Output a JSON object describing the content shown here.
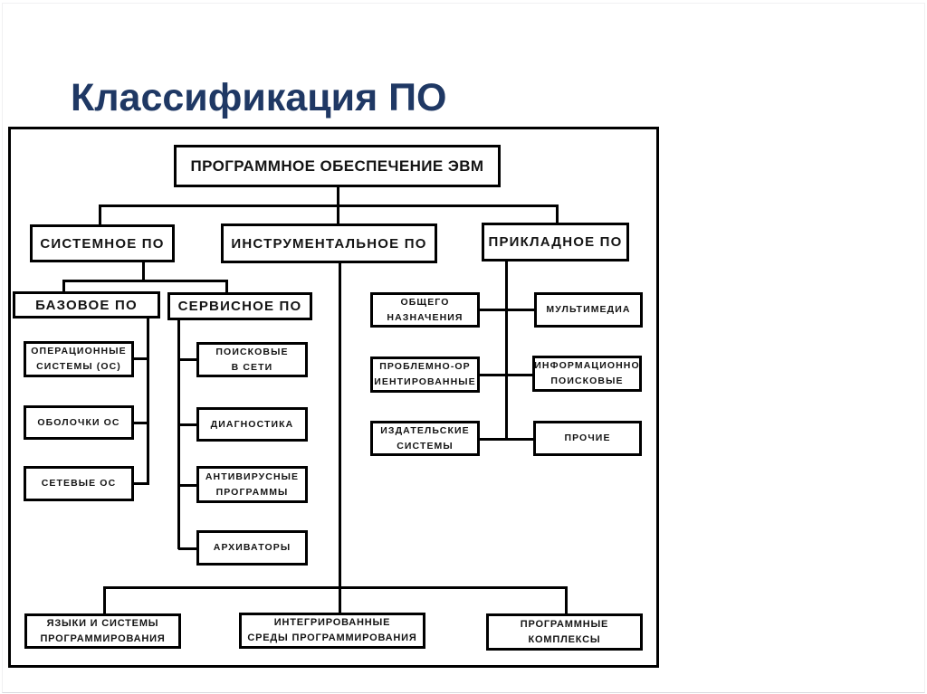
{
  "title": "Классификация ПО",
  "colors": {
    "title_text": "#1F3864",
    "diagram_line": "#000000",
    "box_background": "#FFFFFF",
    "box_border": "#000000"
  },
  "nodes": {
    "root": "ПРОГРАММНОЕ ОБЕСПЕЧЕНИЕ ЭВМ",
    "system": "СИСТЕМНОЕ ПО",
    "instrumental": "ИНСТРУМЕНТАЛЬНОЕ ПО",
    "applied": "ПРИКЛАДНОЕ ПО",
    "base": "БАЗОВОЕ ПО",
    "service": "СЕРВИСНОЕ ПО",
    "os": "ОПЕРАЦИОННЫЕ\nСИСТЕМЫ (ОС)",
    "shells": "ОБОЛОЧКИ ОС",
    "network_os": "СЕТЕВЫЕ ОС",
    "net_search": "ПОИСКОВЫЕ\nВ СЕТИ",
    "diagnostics": "ДИАГНОСТИКА",
    "antivirus": "АНТИВИРУСНЫЕ\nПРОГРАММЫ",
    "archivers": "АРХИВАТОРЫ",
    "general_purpose": "ОБЩЕГО\nНАЗНАЧЕНИЯ",
    "problem_oriented": "ПРОБЛЕМНО-ОР\nИЕНТИРОВАННЫЕ",
    "publishing": "ИЗДАТЕЛЬСКИЕ\nСИСТЕМЫ",
    "multimedia": "МУЛЬТИМЕДИА",
    "info_retrieval": "ИНФОРМАЦИОННО\nПОИСКОВЫЕ",
    "other": "ПРОЧИЕ",
    "prog_languages": "ЯЗЫКИ И СИСТЕМЫ\nПРОГРАММИРОВАНИЯ",
    "prog_ide": "ИНТЕГРИРОВАННЫЕ\nСРЕДЫ ПРОГРАММИРОВАНИЯ",
    "prog_complexes": "ПРОГРАММНЫЕ\nКОМПЛЕКСЫ"
  }
}
